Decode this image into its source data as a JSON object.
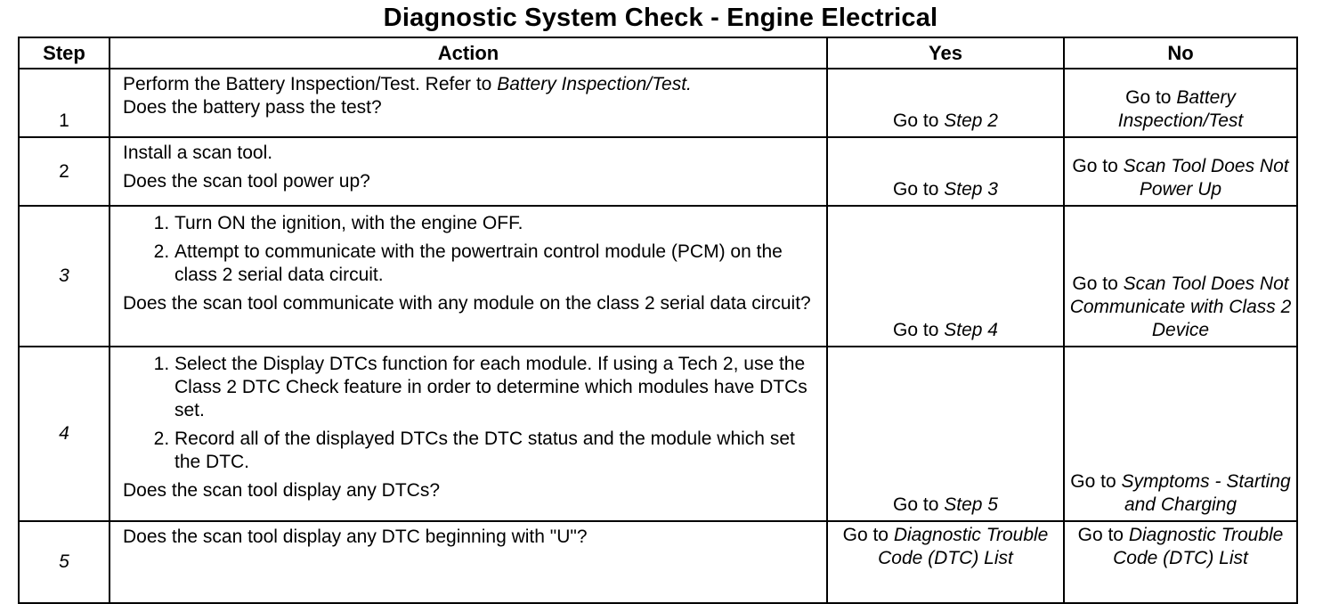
{
  "title": "Diagnostic System Check - Engine Electrical",
  "headers": {
    "step": "Step",
    "action": "Action",
    "yes": "Yes",
    "no": "No"
  },
  "rows": [
    {
      "step": "1",
      "action_line": "Perform the Battery Inspection/Test. Refer to ",
      "action_line_ref": "Battery Inspection/Test.",
      "question": "Does the battery pass the test?",
      "yes_prefix": "Go to ",
      "yes_ref": "Step 2",
      "no_prefix": "Go to ",
      "no_ref": "Battery Inspection/Test"
    },
    {
      "step": "2",
      "action_line": "Install a scan tool.",
      "question": "Does the scan tool power up?",
      "yes_prefix": "Go to ",
      "yes_ref": "Step 3",
      "no_prefix": "Go to ",
      "no_ref": "Scan Tool Does Not Power Up"
    },
    {
      "step": "3",
      "items": [
        "Turn ON the ignition, with the engine OFF.",
        "Attempt to communicate with the powertrain control module (PCM) on the class 2 serial data circuit."
      ],
      "question": "Does the scan tool communicate with any module on the class 2 serial data circuit?",
      "yes_prefix": "Go to ",
      "yes_ref": "Step 4",
      "no_prefix": "Go to ",
      "no_ref": "Scan Tool Does Not Communicate with Class 2 Device"
    },
    {
      "step": "4",
      "items": [
        "Select the Display DTCs function for each module. If using a Tech 2, use the Class 2 DTC Check feature in order to determine which modules have DTCs set.",
        "Record all of the displayed DTCs the DTC status and the module which set the DTC."
      ],
      "question": "Does the scan tool display any DTCs?",
      "yes_prefix": "Go to ",
      "yes_ref": "Step 5",
      "no_prefix": "Go to ",
      "no_ref": "Symptoms - Starting and Charging"
    },
    {
      "step": "5",
      "question": "Does the scan tool display any DTC beginning with \"U\"?",
      "yes_prefix": "Go to ",
      "yes_ref": "Diagnostic Trouble Code (DTC) List",
      "no_prefix": "Go to ",
      "no_ref": "Diagnostic Trouble Code (DTC) List"
    }
  ]
}
